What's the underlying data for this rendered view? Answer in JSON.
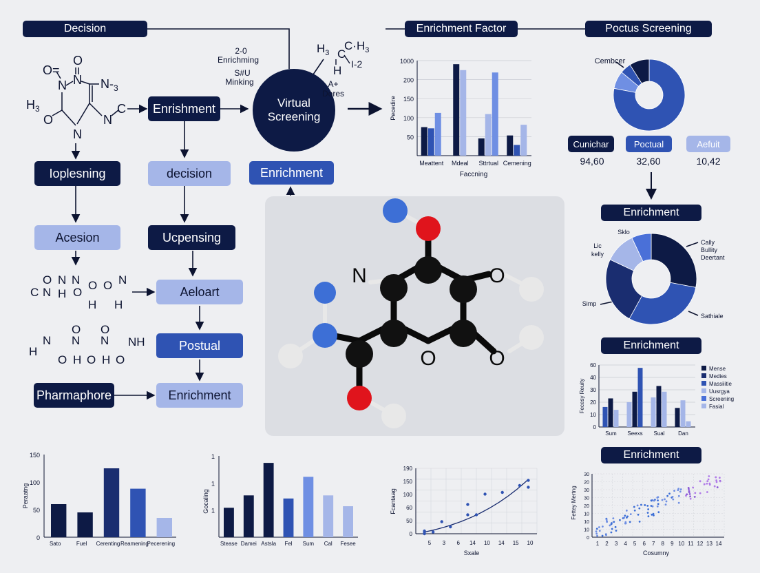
{
  "flow": {
    "decision_top": "Decision",
    "enrishment": "Enrishment",
    "virtual_screening_1": "Virtual",
    "virtual_screening_2": "Screening",
    "ioplesning": "Ioplesning",
    "decision_mid": "decision",
    "enrichment_mid": "Enrichment",
    "acesion": "Acesion",
    "ucpensing": "Ucpensing",
    "aeloart": "Aeloart",
    "postual": "Postual",
    "pharmaphore": "Pharmaphore",
    "enrichment_bottom": "Enrichment",
    "note_2d": "2-0",
    "note_enrichming": "Enrichming",
    "note_s4u": "S#U",
    "note_minking": "Minking",
    "note_a_plus": "A+",
    "note_dores": "Dores"
  },
  "molecules": {
    "top_left": {
      "o1": "O=",
      "o2": "O",
      "n1": "N",
      "n2": "N",
      "n3": "N-",
      "n3_sub": "3",
      "h3": "H",
      "h3_sub": "3",
      "o3": "O",
      "n4": "N",
      "c": "C",
      "n5": "N"
    },
    "chain_1": {
      "c": "C",
      "atoms": [
        "O",
        "N",
        "N",
        "O",
        "O",
        "N"
      ],
      "h": [
        "N",
        "H",
        "O",
        "H",
        "H"
      ]
    },
    "chain_2": {
      "h_left": "H",
      "atoms": [
        "N",
        "O",
        "N",
        "O",
        "N",
        "NH"
      ],
      "h": [
        "O",
        "H",
        "O",
        "H",
        "O"
      ]
    },
    "top_mid": {
      "h3": "H",
      "h3_sub": "3",
      "c_label": "C",
      "h3b": "C·H",
      "h3b_sub": "3",
      "h": "H",
      "i2": "I-2"
    },
    "model_labels": {
      "n": "N",
      "o1": "O",
      "o2": "O",
      "o3": "O"
    }
  },
  "headers": {
    "enrichment_factor": "Enrichment Factor",
    "poctus_screening": "Poctus Screening",
    "enrichment_1": "Enrichment",
    "enrichment_2": "Enrichment",
    "enrichment_3": "Enrichment"
  },
  "legend_boxes": {
    "items": [
      {
        "label": "Cunichar",
        "value": "94,60"
      },
      {
        "label": "Poctual",
        "value": "32,60"
      },
      {
        "label": "Aefuit",
        "value": "10,42"
      }
    ]
  },
  "colors": {
    "dark": "#0d1a45",
    "mid": "#2f53b3",
    "med_light": "#6f8fe3",
    "light": "#a5b6e8",
    "red": "#e0141c",
    "atom_blue": "#3d6fd6"
  },
  "chart_data": [
    {
      "type": "bar",
      "ylabel": "Pecedire",
      "xlabel": "Faccning",
      "ytick_labels": [
        "50",
        "100",
        "150",
        "200",
        "1000"
      ],
      "ylim": [
        0,
        1000
      ],
      "categories": [
        "Meattent",
        "Mdeal",
        "Sttrtual",
        "Cemening"
      ],
      "series": [
        {
          "values": [
            95,
            90
          ]
        },
        {
          "values": [
            89,
            72
          ]
        },
        {
          "values": [
            27,
            26
          ]
        },
        {
          "values": [
            31,
            22
          ]
        }
      ],
      "bars": [
        {
          "c": 0,
          "v": 48,
          "col": "dark"
        },
        {
          "c": 0,
          "v": 46,
          "col": "mid"
        },
        {
          "c": 0,
          "v": 72,
          "col": "medlight"
        },
        {
          "c": 1,
          "v": 154,
          "col": "dark"
        },
        {
          "c": 1,
          "v": 144,
          "col": "light"
        },
        {
          "c": 2,
          "v": 29,
          "col": "dark"
        },
        {
          "c": 2,
          "v": 70,
          "col": "light"
        },
        {
          "c": 2,
          "v": 140,
          "col": "medlight"
        },
        {
          "c": 3,
          "v": 34,
          "col": "dark"
        },
        {
          "c": 3,
          "v": 18,
          "col": "mid"
        },
        {
          "c": 3,
          "v": 52,
          "col": "light"
        }
      ]
    },
    {
      "type": "pie",
      "title": "Cembcer",
      "slices": [
        {
          "value": 78,
          "color": "#2f53b3"
        },
        {
          "value": 8,
          "color": "#6f8fe3"
        },
        {
          "value": 5,
          "color": "#2f53b3"
        },
        {
          "value": 9,
          "color": "#0d1a45"
        }
      ]
    },
    {
      "type": "pie",
      "labels": [
        "Sklo",
        "Lic",
        "kelly",
        "Cally",
        "Bullity",
        "Deertant",
        "Simp",
        "Sathiale"
      ],
      "slices": [
        {
          "value": 28,
          "color": "#0d1a45"
        },
        {
          "value": 30,
          "color": "#2f53b3"
        },
        {
          "value": 24,
          "color": "#1a2d70"
        },
        {
          "value": 11,
          "color": "#a5b6e8"
        },
        {
          "value": 7,
          "color": "#4a70d8"
        }
      ]
    },
    {
      "type": "bar",
      "ylabel": "Fecesy Reuity",
      "ytick_labels": [
        "0",
        "10",
        "20",
        "30",
        "40",
        "60"
      ],
      "categories": [
        "Sum",
        "Seexs",
        "Sual",
        "Dan"
      ],
      "legend": [
        "Mense",
        "Medies",
        "Massiiitie",
        "Uusrgya",
        "Screening",
        "Fasial"
      ],
      "legend_colors": [
        "#0d1a45",
        "#1a2d70",
        "#2f53b3",
        "#a5b6e8",
        "#4a70d8",
        "#a5b6e8"
      ],
      "bars": [
        {
          "c": 0,
          "v": 21,
          "col": "mid"
        },
        {
          "c": 0,
          "v": 30,
          "col": "dark"
        },
        {
          "c": 0,
          "v": 18,
          "col": "light"
        },
        {
          "c": 1,
          "v": 26,
          "col": "light"
        },
        {
          "c": 1,
          "v": 37,
          "col": "dark"
        },
        {
          "c": 1,
          "v": 62,
          "col": "mid"
        },
        {
          "c": 2,
          "v": 31,
          "col": "light"
        },
        {
          "c": 2,
          "v": 43,
          "col": "dark"
        },
        {
          "c": 2,
          "v": 37,
          "col": "light"
        },
        {
          "c": 3,
          "v": 20,
          "col": "dark"
        },
        {
          "c": 3,
          "v": 28,
          "col": "light"
        },
        {
          "c": 3,
          "v": 6,
          "col": "light"
        }
      ]
    },
    {
      "type": "scatter",
      "ylabel": "Fettey Mertng",
      "xlabel": "Cosumny",
      "xtick_labels": [
        "1",
        "2",
        "3",
        "4",
        "5",
        "6",
        "7",
        "8",
        "9",
        "10",
        "11",
        "12",
        "13",
        "14"
      ],
      "ytick_labels": [
        "0",
        "10",
        "10",
        "10",
        "20",
        "30",
        "30",
        "20",
        "30"
      ]
    },
    {
      "type": "bar",
      "ylabel": "Peraatng",
      "ytick_labels": [
        "0",
        "50",
        "100",
        "150"
      ],
      "ylim": [
        0,
        150
      ],
      "categories": [
        "Sato",
        "Fuel",
        "Cerenting",
        "Reamening",
        "Pecerening"
      ],
      "values": [
        60,
        45,
        125,
        88,
        35
      ],
      "colors": [
        "#0d1a45",
        "#0d1a45",
        "#1a2d70",
        "#2f53b3",
        "#a5b6e8"
      ]
    },
    {
      "type": "bar",
      "ylabel": "Gocaling",
      "ytick_labels": [
        "1",
        "1",
        "1"
      ],
      "categories": [
        "Stease",
        "Damei",
        "Astsla",
        "Fel",
        "Sum",
        "Cal",
        "Fesee"
      ],
      "values": [
        38,
        54,
        96,
        50,
        78,
        54,
        40
      ],
      "colors": [
        "#0d1a45",
        "#0d1a45",
        "#0d1a45",
        "#2f53b3",
        "#6f8fe3",
        "#a5b6e8",
        "#a5b6e8"
      ]
    },
    {
      "type": "scatter",
      "ylabel": "Fcantaag",
      "xlabel": "Sxale",
      "xtick_labels": [
        "5",
        "3",
        "6",
        "14",
        "10",
        "14",
        "15",
        "10"
      ],
      "ytick_labels": [
        "0",
        "50",
        "60",
        "100",
        "150",
        "190"
      ],
      "points": [
        [
          5,
          0
        ],
        [
          5,
          5
        ],
        [
          5,
          8
        ],
        [
          6,
          5
        ],
        [
          7,
          35
        ],
        [
          8,
          20
        ],
        [
          10,
          85
        ],
        [
          10,
          55
        ],
        [
          11,
          55
        ],
        [
          12,
          115
        ],
        [
          14,
          120
        ],
        [
          16,
          140
        ],
        [
          17,
          135
        ],
        [
          17,
          155
        ]
      ]
    }
  ]
}
